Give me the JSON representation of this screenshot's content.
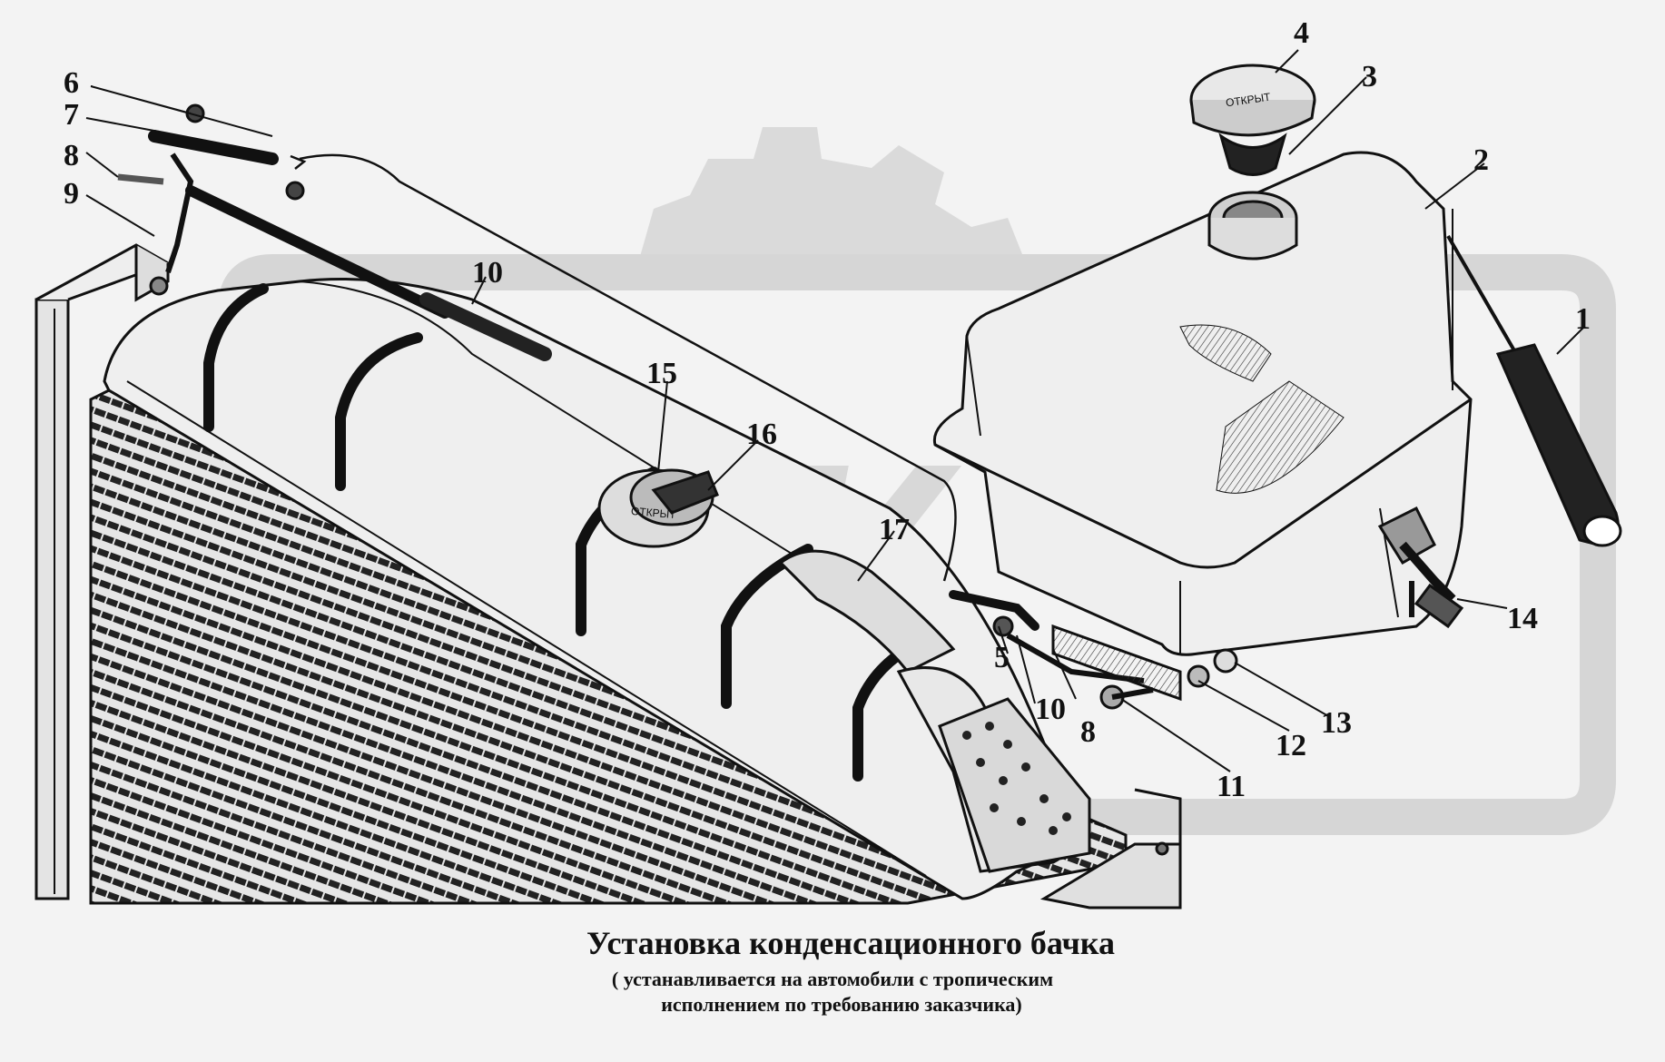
{
  "callouts": [
    "1",
    "2",
    "3",
    "4",
    "5",
    "6",
    "7",
    "8",
    "9",
    "10",
    "10",
    "8",
    "11",
    "12",
    "13",
    "14",
    "15",
    "16",
    "17"
  ],
  "cap_script": [
    "ОТКРЫТ",
    "ОТКРЫТ"
  ],
  "caption": {
    "title": "Установка конденсационного бачка",
    "line2": "( устанавливается на автомобили с тропическим",
    "line3": "исполнением по требованию заказчика)"
  },
  "colors": {
    "line": "#111111",
    "background": "#f3f3f3",
    "watermark": "#dadada"
  }
}
